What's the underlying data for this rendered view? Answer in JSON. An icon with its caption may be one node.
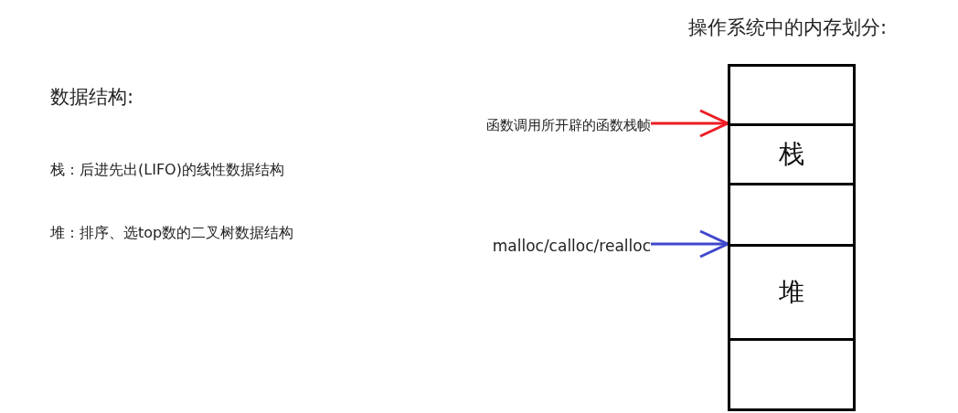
{
  "diagram": {
    "nodes": [
      {
        "text": [],
        "shape": "box"
      },
      {
        "text": [
          "函数调用所开辟的函数栈帧"
        ]
      },
      {
        "text": [
          "栈"
        ]
      },
      {
        "text": [],
        "shape": "box"
      },
      {
        "text": [
          "malloc/calloc/realloc"
        ]
      },
      {
        "text": [
          "堆"
        ]
      },
      {
        "text": [],
        "shape": "box"
      }
    ],
    "edges": [
      {
        "from": 1,
        "to": 2,
        "arrow": "to",
        "color": "#ee1c24"
      },
      {
        "from": 4,
        "to": 5,
        "arrow": "to",
        "color": "#3f48cc"
      }
    ],
    "labels": [
      "操作系统中的内存划分:",
      "数据结构:",
      "栈：后进先出(LIFO)的线性数据结构",
      "堆：排序、选top数的二叉树数据结构"
    ]
  }
}
